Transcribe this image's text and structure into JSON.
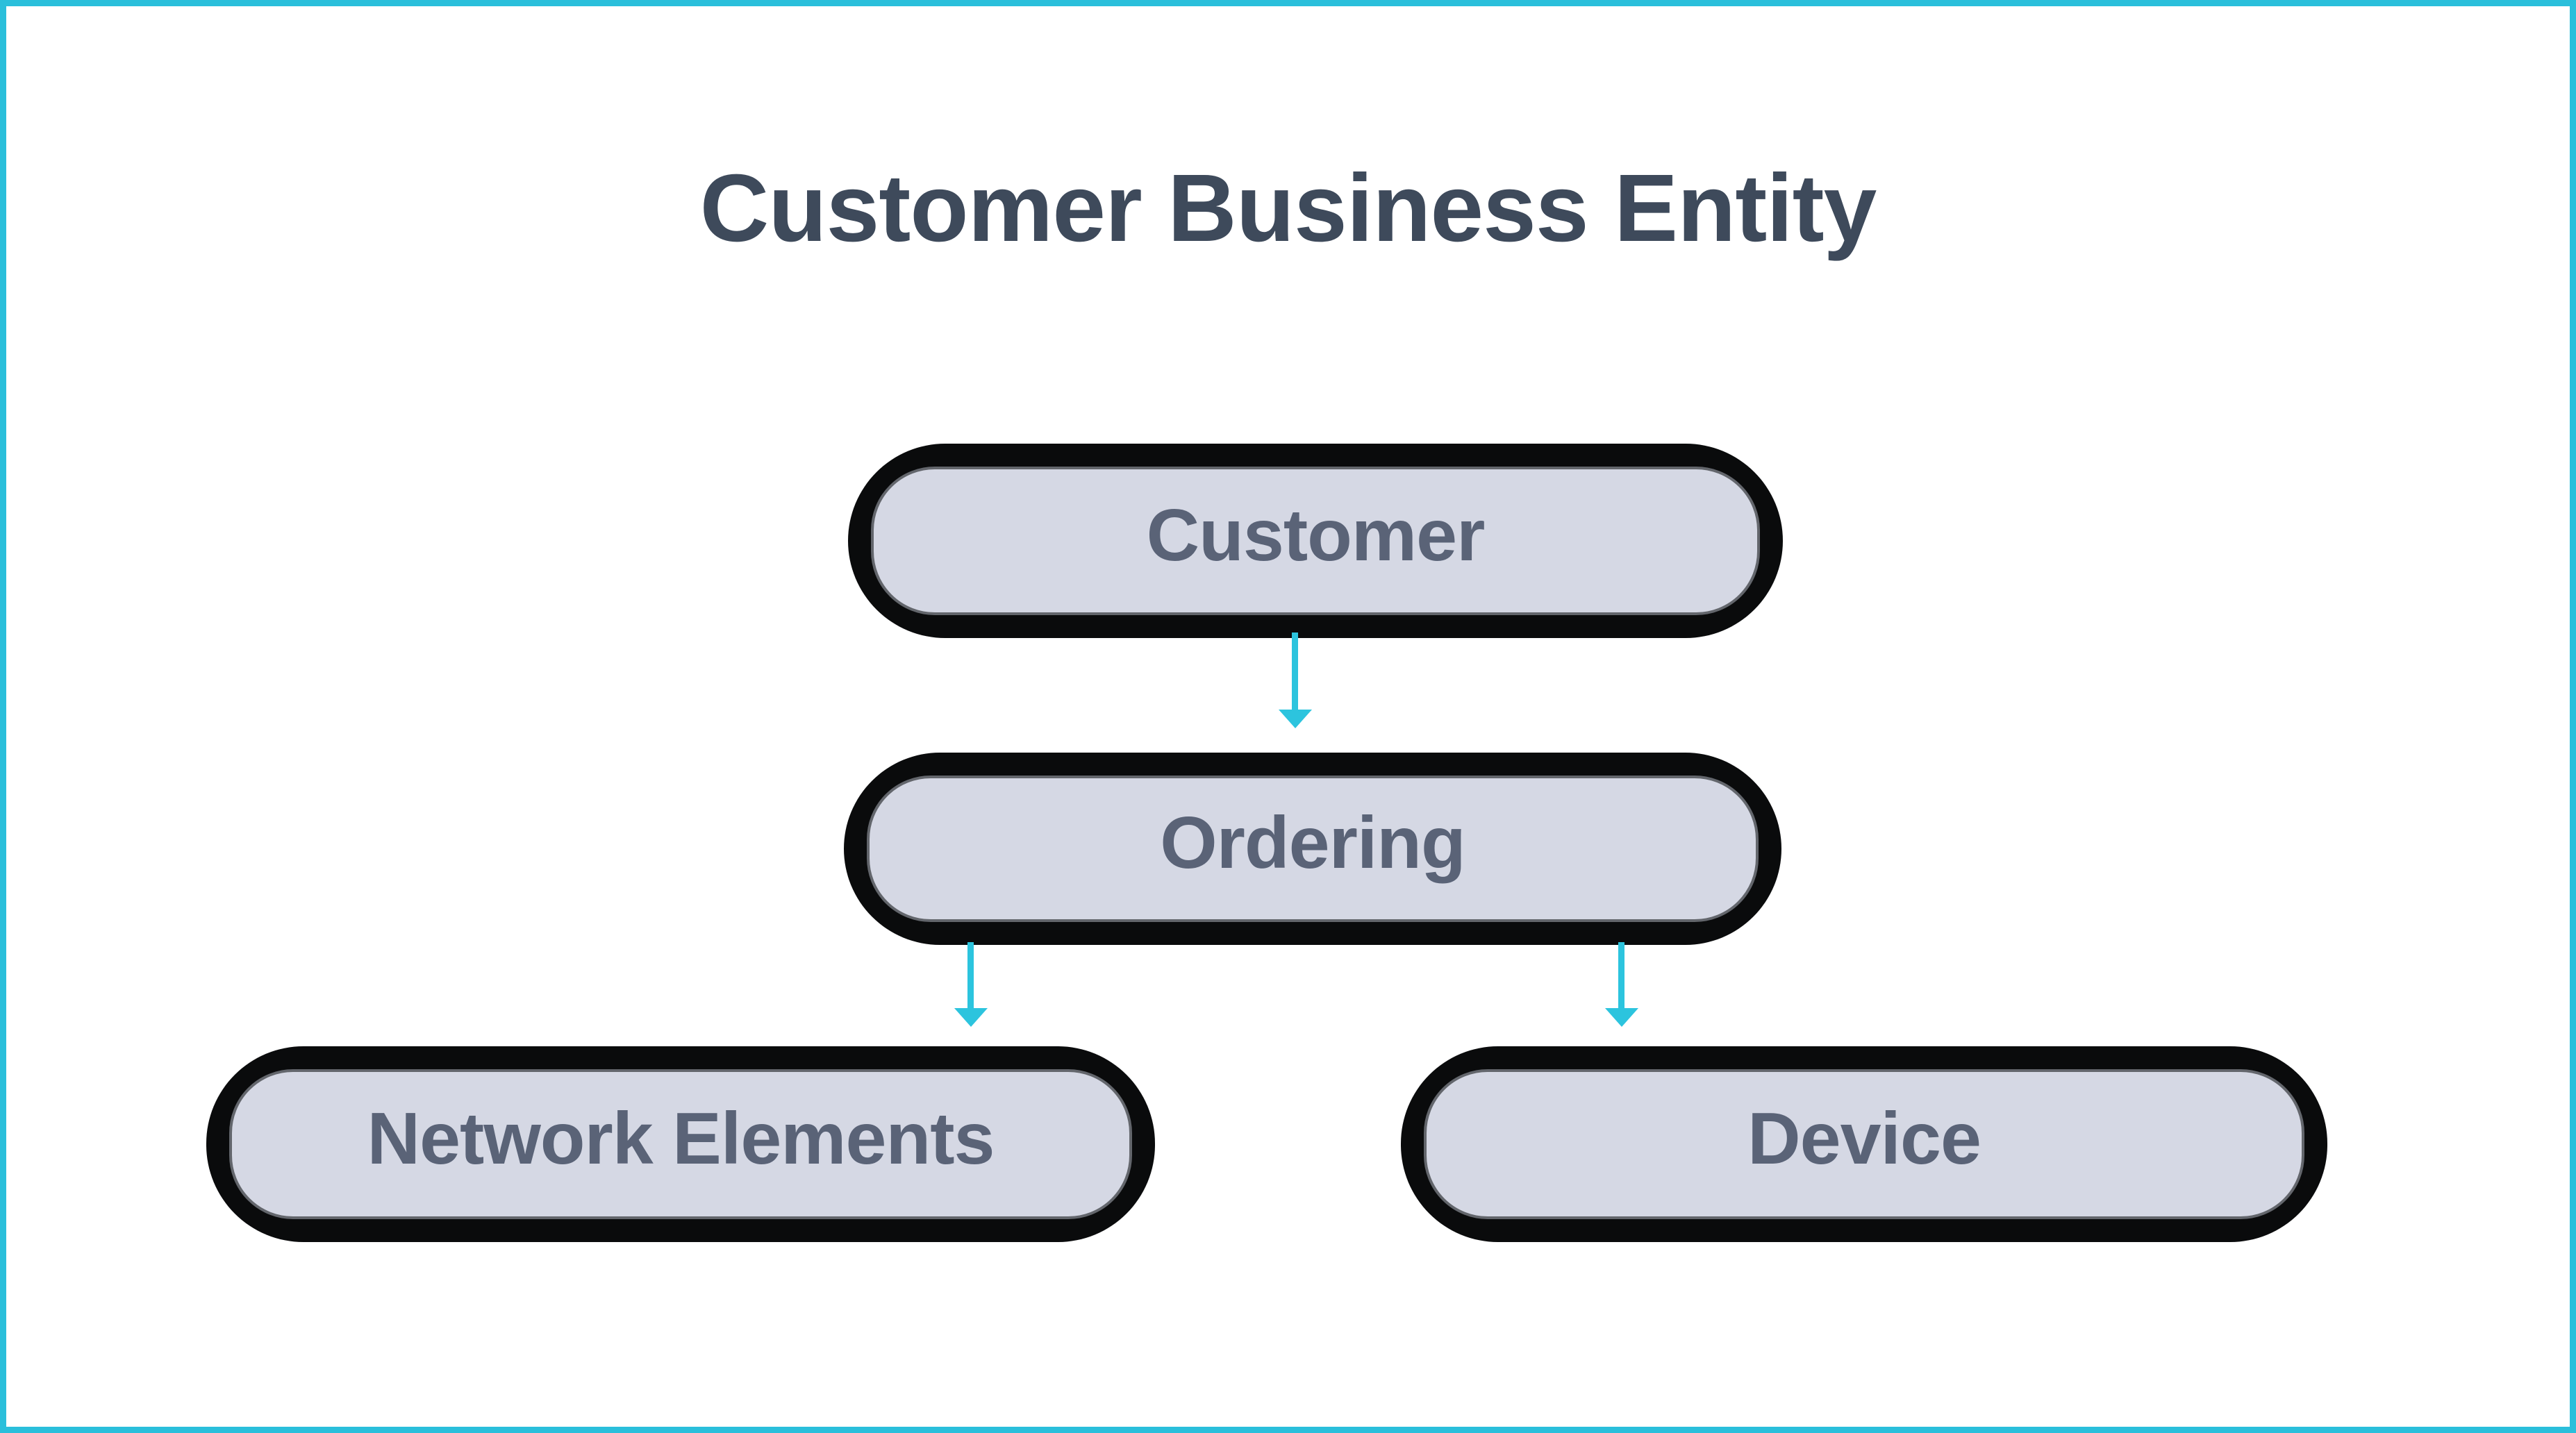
{
  "title": "Customer Business Entity",
  "diagram": {
    "type": "flowchart",
    "nodes": {
      "customer": {
        "label": "Customer"
      },
      "ordering": {
        "label": "Ordering"
      },
      "network_elements": {
        "label": "Network Elements"
      },
      "device": {
        "label": "Device"
      }
    },
    "edges": [
      {
        "from": "Customer",
        "to": "Ordering",
        "direction": "down"
      },
      {
        "from": "Ordering",
        "to": "Network Elements",
        "direction": "down"
      },
      {
        "from": "Ordering",
        "to": "Device",
        "direction": "down"
      }
    ]
  },
  "colors": {
    "page_border": "#2abfdb",
    "page_bg": "#ffffff",
    "node_outline": "#0a0b0c",
    "node_fill": "#d5d8e4",
    "node_inner_stroke": "#63666c",
    "label_color": "#5a6377",
    "title_color": "#3e4a5b",
    "arrow_color": "#2cc4de"
  }
}
